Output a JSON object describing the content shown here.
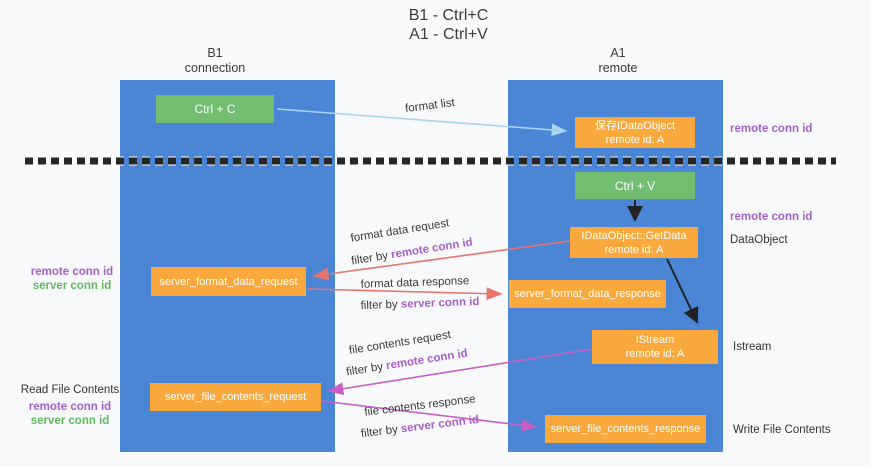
{
  "title": {
    "line1": "B1 - Ctrl+C",
    "line2": "A1 - Ctrl+V"
  },
  "columns": {
    "left": {
      "name": "B1",
      "role": "connection"
    },
    "right": {
      "name": "A1",
      "role": "remote"
    }
  },
  "nodes": {
    "ctrl_c": "Ctrl + C",
    "ctrl_v": "Ctrl + V",
    "save_dataobject": {
      "line1": "保存IDataObject",
      "line2": "remote id: A"
    },
    "getdata": {
      "line1": "IDataObject::GetData",
      "line2": "remote id: A"
    },
    "istream": {
      "line1": "IStream",
      "line2": "remote id: A"
    },
    "format_request": "server_format_data_request",
    "format_response": "server_format_data_response",
    "file_request": "server_file_contents_request",
    "file_response": "server_file_contents_response"
  },
  "flow_labels": {
    "format_list": "format list",
    "format_request": {
      "text": "format data request",
      "filter_prefix": "filter by ",
      "filter_key": "remote conn id"
    },
    "format_response": {
      "text": "format data response",
      "filter_prefix": "filter by ",
      "filter_key": "server conn id"
    },
    "file_request": {
      "text": "file contents request",
      "filter_prefix": "filter by ",
      "filter_key": "remote conn id"
    },
    "file_response": {
      "text": "file contents response",
      "filter_prefix": "filter by ",
      "filter_key": "server conn id"
    }
  },
  "side_labels": {
    "right_top_conn": "remote conn id",
    "right_mid_conn": "remote conn id",
    "dataobject": "DataObject",
    "istream": "Istream",
    "write_file": "Write File Contents",
    "left_format": {
      "remote": "remote conn id",
      "server": "server conn id"
    },
    "left_file": {
      "title": "Read File Contents",
      "remote": "remote conn id",
      "server": "server conn id"
    }
  },
  "colors": {
    "background": "#f8f9fa",
    "panel": "#4a85d6",
    "green_box": "#73bd71",
    "orange_box": "#f9a93c",
    "purple_label": "#a75fc8",
    "green_label": "#61b861",
    "salmon_arrow": "#e8756d",
    "magenta_arrow": "#c95fc4",
    "blue_arrow": "#a9d3ee",
    "dash_line": "#262626"
  }
}
